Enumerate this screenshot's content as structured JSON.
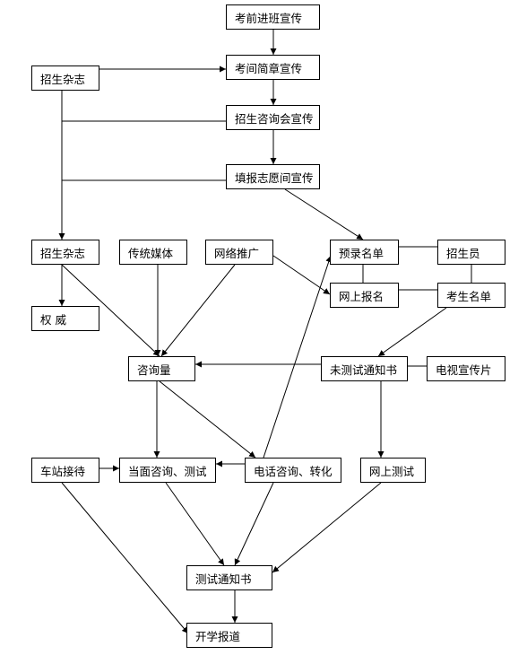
{
  "nodes": {
    "kaoqian": "考前进班宣传",
    "kaojian": "考间简章宣传",
    "zhaosheng_zazhi_top": "招生杂志",
    "zixunhui": "招生咨询会宣传",
    "tianbao": "填报志愿间宣传",
    "zhaosheng_zazhi_mid": "招生杂志",
    "chuantong": "传统媒体",
    "wangluo": "网络推广",
    "yulu": "预录名单",
    "zhaoshengyuan": "招生员",
    "quanwei": "权 威",
    "wangshang_baoming": "网上报名",
    "kaosheng_mingdan": "考生名单",
    "zixunliang": "咨询量",
    "weiceshi": "未测试通知书",
    "dianshi": "电视宣传片",
    "chezhan": "车站接待",
    "dangmian": "当面咨询、测试",
    "dianhua": "电话咨询、转化",
    "wangshang_ceshi": "网上测试",
    "ceshi_tongzhi": "测试通知书",
    "kaixue": "开学报道"
  }
}
